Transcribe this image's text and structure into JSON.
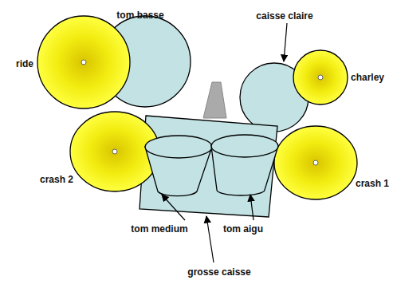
{
  "diagram": {
    "labels": [
      "tom basse",
      "caisse claire",
      "ride",
      "charley",
      "crash 2",
      "crash 1",
      "tom medium",
      "tom aigu",
      "grosse caisse"
    ]
  }
}
